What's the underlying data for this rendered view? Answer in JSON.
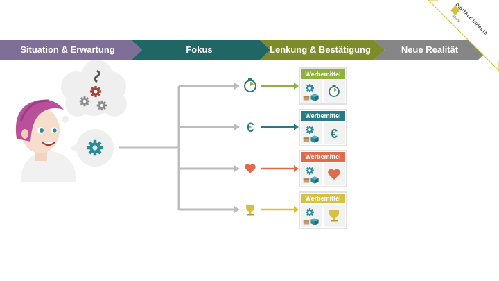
{
  "header": {
    "steps": [
      {
        "label": "Situation & Erwartung",
        "color": "#7e6e98"
      },
      {
        "label": "Fokus",
        "color": "#1f6664"
      },
      {
        "label": "Lenkung & Bestätigung",
        "color": "#7e8b2a"
      },
      {
        "label": "Neue Realität",
        "color": "#868686"
      }
    ]
  },
  "corner_badge": {
    "title": "DIGITALE INHALTE",
    "subtitle": "eBook"
  },
  "cards": [
    {
      "title": "Werbemittel",
      "color": "#8fb23a",
      "icon": "stopwatch-icon"
    },
    {
      "title": "Werbemittel",
      "color": "#2a7a86",
      "icon": "euro-icon"
    },
    {
      "title": "Werbemittel",
      "color": "#e06a4c",
      "icon": "heart-icon"
    },
    {
      "title": "Werbemittel",
      "color": "#d7bf3f",
      "icon": "trophy-icon"
    }
  ],
  "colors": {
    "gear": "#2a8a96",
    "line": "#bdbdbd",
    "hair": "#b8519a"
  }
}
